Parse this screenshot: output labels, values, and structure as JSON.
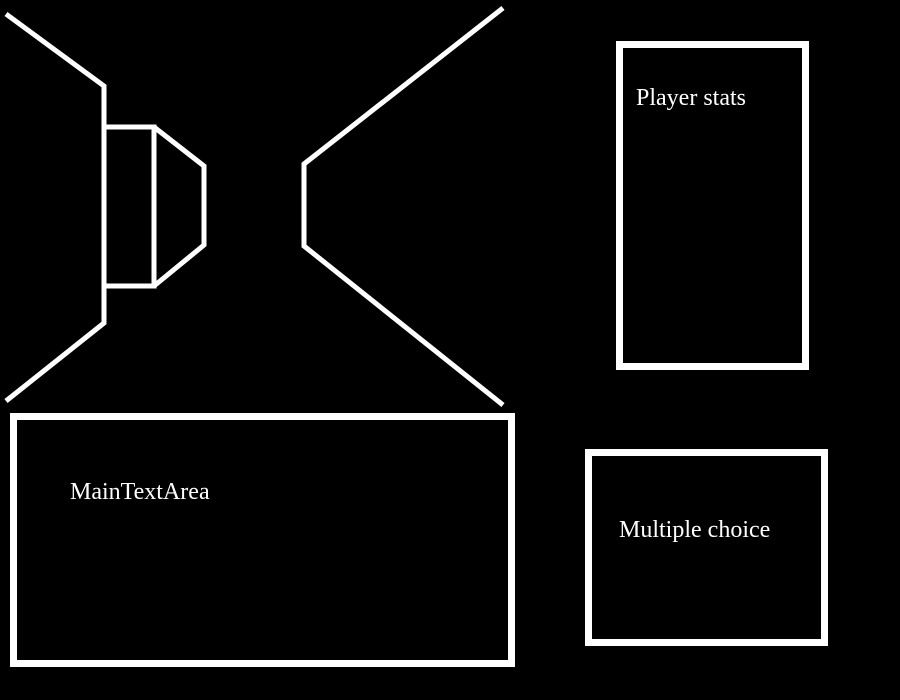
{
  "scene": {
    "name": "dungeon-corridor-view",
    "line_color": "#ffffff",
    "background_color": "#000000"
  },
  "panels": {
    "player_stats": {
      "label": "Player stats"
    },
    "main_text": {
      "label": "MainTextArea"
    },
    "multiple_choice": {
      "label": "Multiple choice"
    }
  }
}
